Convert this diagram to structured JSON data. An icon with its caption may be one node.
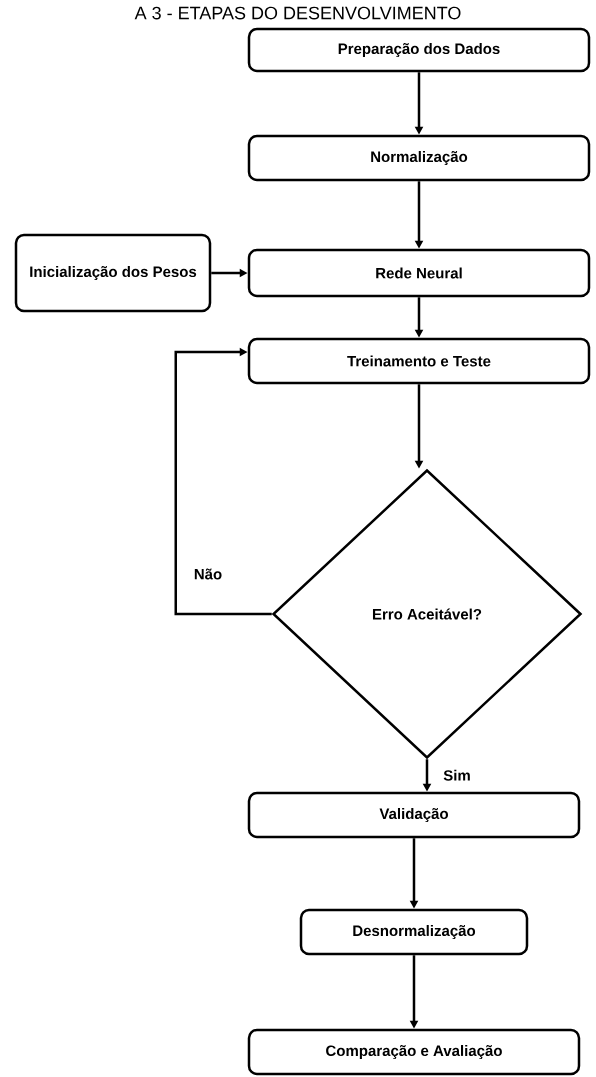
{
  "diagram": {
    "title": "A 3 - ETAPAS DO DESENVOLVIMENTO",
    "nodes": [
      {
        "text": [
          "Preparação dos Dados"
        ]
      },
      {
        "text": [
          "Normalização"
        ]
      },
      {
        "text": [
          "Inicialização dos Pesos"
        ]
      },
      {
        "text": [
          "Rede Neural"
        ]
      },
      {
        "text": [
          "Treinamento e Teste"
        ]
      },
      {
        "text": [
          "Erro Aceitável?"
        ]
      },
      {
        "text": [
          "Validação"
        ]
      },
      {
        "text": [
          "Desnormalização"
        ]
      },
      {
        "text": [
          "Comparação e Avaliação"
        ]
      }
    ],
    "edges": [
      {
        "from": 0,
        "to": 1,
        "arrow": "to"
      },
      {
        "from": 1,
        "to": 3,
        "arrow": "to"
      },
      {
        "from": 2,
        "to": 3,
        "arrow": "to"
      },
      {
        "from": 3,
        "to": 4,
        "arrow": "to"
      },
      {
        "from": 4,
        "to": 5,
        "arrow": "to"
      },
      {
        "from": 5,
        "to": 4,
        "arrow": "to",
        "label": "Não"
      },
      {
        "from": 5,
        "to": 6,
        "arrow": "to",
        "label": "Sim"
      },
      {
        "from": 6,
        "to": 7,
        "arrow": "to"
      },
      {
        "from": 7,
        "to": 8,
        "arrow": "to"
      }
    ]
  }
}
